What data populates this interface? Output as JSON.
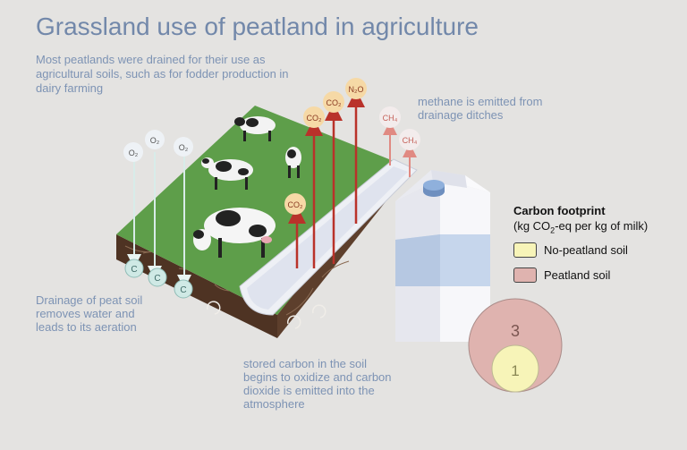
{
  "title": "Grassland use of peatland in agriculture",
  "intro": "Most peatlands were drained for their use as agricultural soils, such as for fodder production in dairy farming",
  "methane_note": "methane is emitted from drainage ditches",
  "drainage_note": "Drainage of peat soil removes water and leads to its aeration",
  "carbon_note": "stored carbon in the soil begins to oxidize and carbon dioxide is emitted into the atmosphere",
  "gases": {
    "o2": "O₂",
    "co2": "CO₂",
    "n2o": "N₂O",
    "ch4": "CH₄",
    "c": "C"
  },
  "legend": {
    "title": "Carbon footprint",
    "unit_prefix": "(kg CO",
    "unit_sub": "2",
    "unit_suffix": "-eq per kg of milk)",
    "items": [
      {
        "label": "No-peatland soil",
        "color": "#f7f4b8"
      },
      {
        "label": "Peatland soil",
        "color": "#dfb3af"
      }
    ]
  },
  "comparison": {
    "no_peatland_value": "1",
    "peatland_value": "3"
  },
  "colors": {
    "text": "#7d93b4",
    "grass": "#5e9e4a",
    "soil": "#5a3b2a",
    "co2_arrow": "#b9322a",
    "ch4_arrow": "#e08a82",
    "o2_arrow": "#d8ece9"
  }
}
